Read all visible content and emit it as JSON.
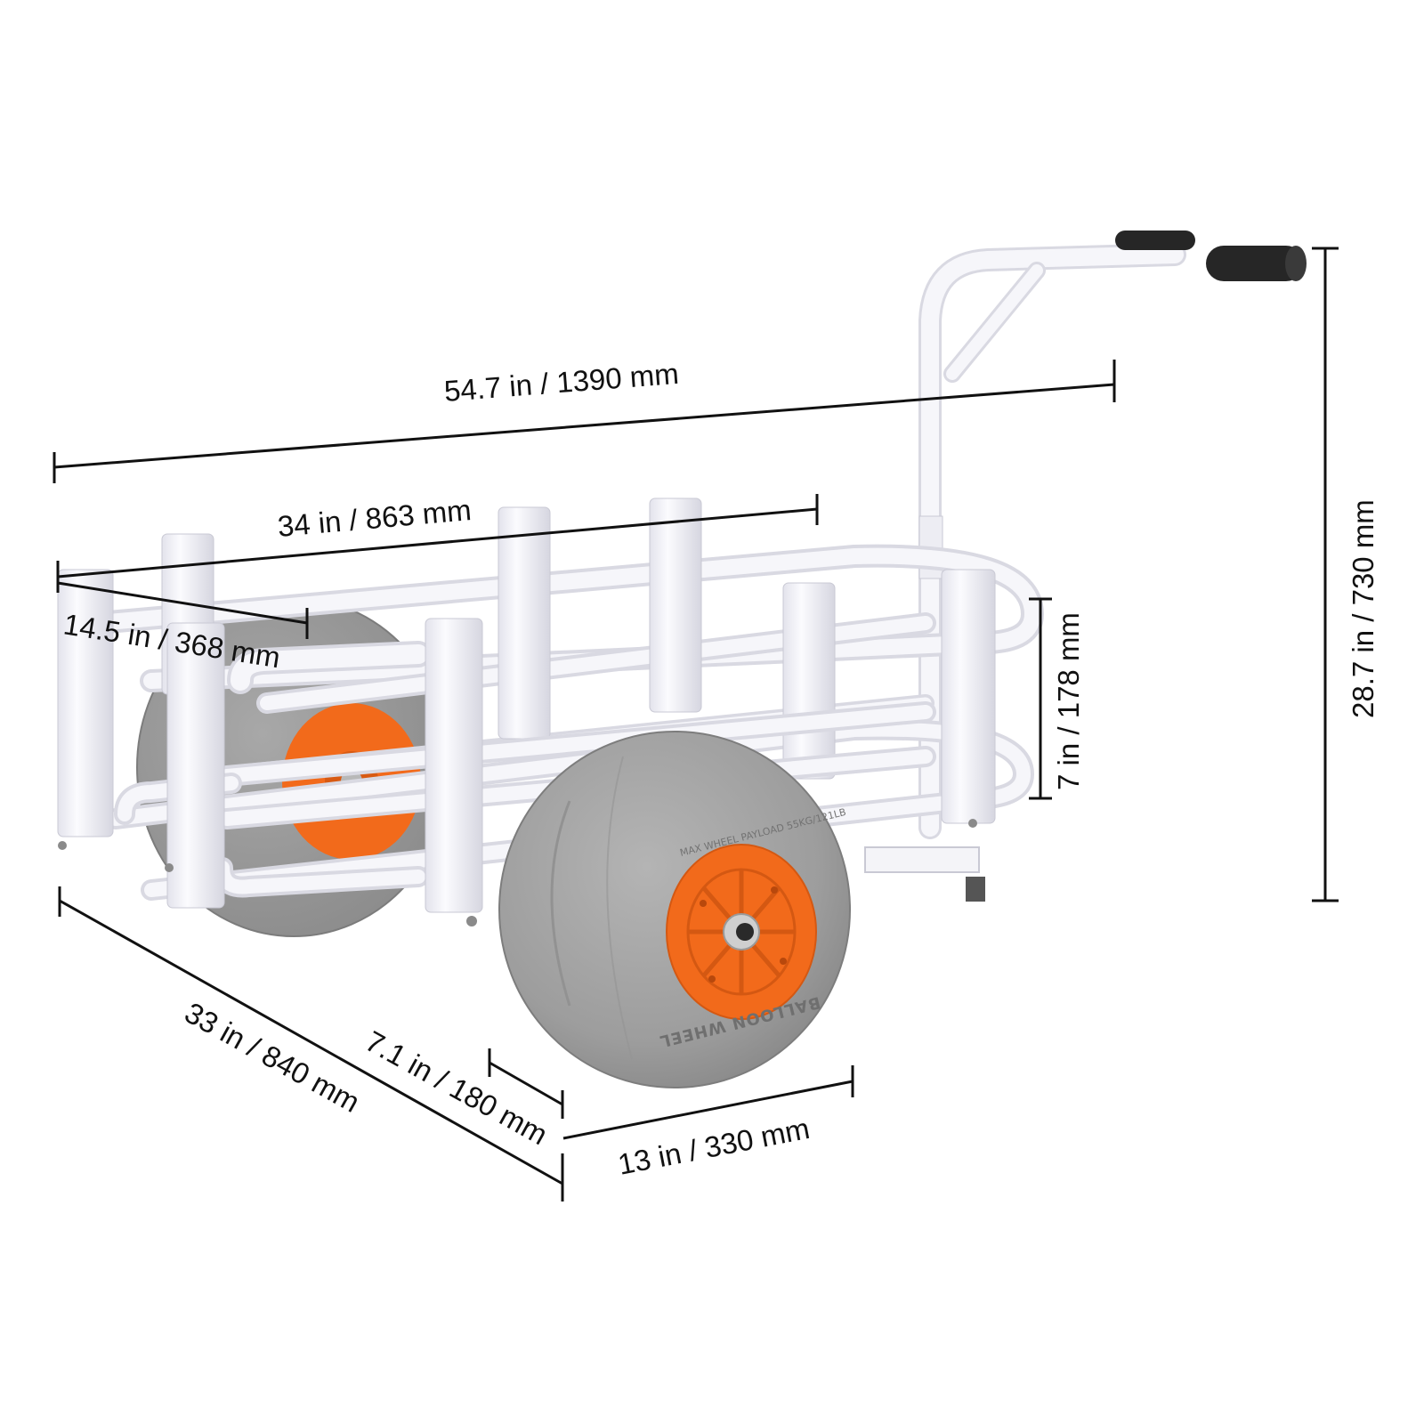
{
  "dimensions": {
    "overall_length": "54.7 in / 1390 mm",
    "basket_length": "34 in / 863 mm",
    "basket_width": "14.5 in / 368 mm",
    "basket_height": "7 in / 178 mm",
    "overall_height": "28.7 in / 730 mm",
    "overall_width": "33 in / 840 mm",
    "wheel_width": "7.1 in / 180 mm",
    "wheel_diameter": "13 in / 330 mm"
  },
  "wheel": {
    "brand_text": "BALLOON WHEEL",
    "payload_text": "MAX WHEEL PAYLOAD 55KG/121LB"
  },
  "colors": {
    "frame": "#f4f4f8",
    "frame_shadow": "#d9d9e2",
    "tire": "#a3a3a3",
    "hub": "#f26a1b",
    "grip": "#262626",
    "dimension_line": "#111111"
  }
}
